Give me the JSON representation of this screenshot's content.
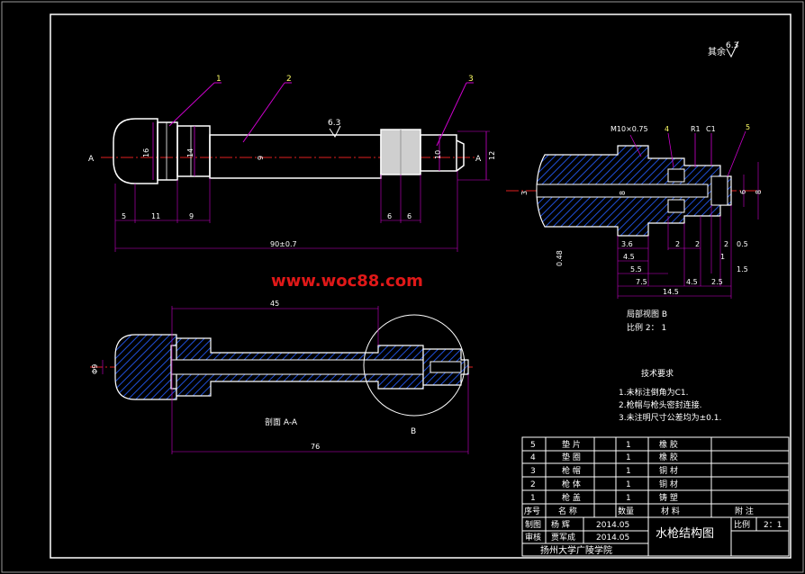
{
  "watermark": "www.woc88.com",
  "surface_roughness": {
    "general_label": "其余",
    "general_value": "6.3",
    "local_value": "6.3"
  },
  "section_marks": {
    "a_left": "A",
    "a_right": "A",
    "detail_b": "B"
  },
  "balloons": {
    "b1": "1",
    "b2": "2",
    "b3": "3",
    "b4": "4",
    "b5": "5"
  },
  "front_view_dims": {
    "d16": "16",
    "d14": "14",
    "d9": "9",
    "d10": "10",
    "d12": "12",
    "l5": "5",
    "l11": "11",
    "l9": "9",
    "l6a": "6",
    "l6b": "6",
    "total": "90±0.7"
  },
  "section_view": {
    "title": "剖面 A-A",
    "dim45": "45",
    "dim76": "76",
    "dim_phi": "Φ9"
  },
  "detail_view": {
    "thread": "M10×0.75",
    "r1": "R1",
    "c1": "C1",
    "d3": "3",
    "d8a": "8",
    "d6": "6",
    "d8b": "8",
    "d0_48": "0.48",
    "l3_6": "3.6",
    "l2a": "2",
    "l2b": "2",
    "l2c": "2",
    "l0_5": "0.5",
    "l4_5a": "4.5",
    "l1": "1",
    "l5_5": "5.5",
    "l1_5": "1.5",
    "l7_5": "7.5",
    "l4_5b": "4.5",
    "l2_5": "2.5",
    "l14_5": "14.5",
    "caption": "局部视图 B",
    "scale": "比例 2：  1"
  },
  "tech_requirements": {
    "title": "技术要求",
    "items": [
      "1.未标注倒角为C1.",
      "2.枪帽与枪头密封连接.",
      "3.未注明尺寸公差均为±0.1."
    ]
  },
  "parts_list": {
    "rows": [
      {
        "no": "5",
        "name": "垫  片",
        "qty": "1",
        "material": "橡  胶",
        "note": ""
      },
      {
        "no": "4",
        "name": "垫  圈",
        "qty": "1",
        "material": "橡  胶",
        "note": ""
      },
      {
        "no": "3",
        "name": "枪  帽",
        "qty": "1",
        "material": "铜  材",
        "note": ""
      },
      {
        "no": "2",
        "name": "枪  体",
        "qty": "1",
        "material": "铜  材",
        "note": ""
      },
      {
        "no": "1",
        "name": "枪  盖",
        "qty": "1",
        "material": "铸  塑",
        "note": ""
      }
    ],
    "header": {
      "no": "序号",
      "name": "名  称",
      "qty": "数量",
      "material": "材  料",
      "note": "附  注"
    }
  },
  "title_block": {
    "drawn_label": "制图",
    "drawn_name": "杨  辉",
    "drawn_date": "2014.05",
    "checked_label": "审核",
    "checked_name": "贾军成",
    "checked_date": "2014.05",
    "drawing_title": "水枪结构图",
    "scale_label": "比例",
    "scale_value": "2：1",
    "school": "扬州大学广陵学院"
  }
}
